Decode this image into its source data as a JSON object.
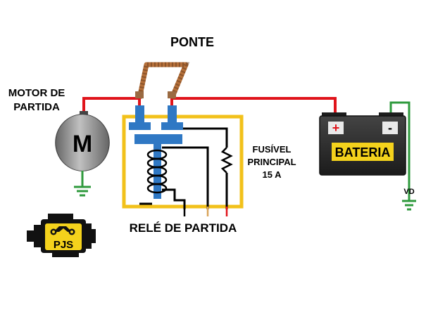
{
  "labels": {
    "bridge": "PONTE",
    "motor_line1": "MOTOR DE",
    "motor_line2": "PARTIDA",
    "motor_letter": "M",
    "fuse_line1": "FUSÍVEL",
    "fuse_line2": "PRINCIPAL",
    "fuse_line3": "15 A",
    "relay": "RELÉ DE PARTIDA",
    "battery": "BATERIA",
    "battery_plus": "+",
    "battery_minus": "-",
    "vd": "VD",
    "logo": "PJS"
  },
  "colors": {
    "positive_wire": "#e0141b",
    "ground_wire": "#2e9a3c",
    "relay_box": "#f2c11a",
    "relay_terminal": "#2f78c4",
    "bridge": "#b5703a",
    "battery_label_bg": "#f4d21c",
    "battery_body": "#2b2b2b",
    "motor_body": "#8f8f8f",
    "relay_aux_wire": "#d9a55a"
  }
}
